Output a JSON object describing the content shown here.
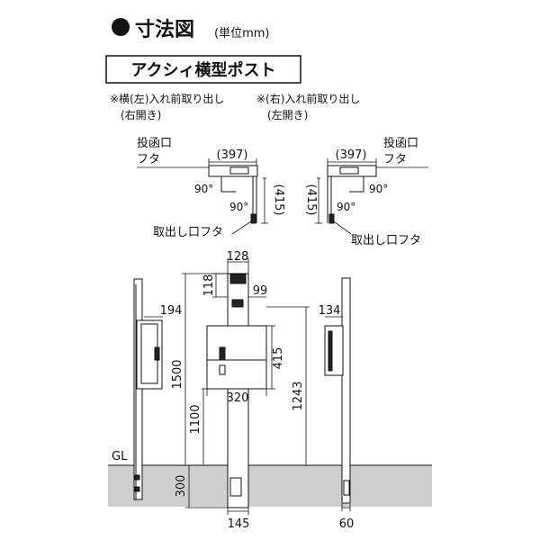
{
  "heading": {
    "bullet_icon": "filled-circle",
    "title": "寸法図",
    "unit": "(単位mm)"
  },
  "product_name": "アクシィ横型ポスト",
  "variants": {
    "left": {
      "line1": "※横(左)入れ前取り出し",
      "line2": "(右開き)"
    },
    "right": {
      "line1": "※(右)入れ前取り出し",
      "line2": "(左開き)"
    }
  },
  "top_views": {
    "left": {
      "slot_label_1": "投函口",
      "slot_label_2": "フタ",
      "width": "(397)",
      "depth": "(415)",
      "angle_1": "90°",
      "angle_2": "90°",
      "takeout_label": "取出し口フタ"
    },
    "right": {
      "slot_label_1": "投函口",
      "slot_label_2": "フタ",
      "width": "(397)",
      "depth": "(415)",
      "angle_1": "90°",
      "angle_2": "90°",
      "takeout_label": "取出し口フタ"
    }
  },
  "elevations": {
    "gl_label": "GL",
    "left_side": {
      "box_width": "194"
    },
    "front": {
      "top_width": "128",
      "top_height": "118",
      "upper_gap": "99",
      "total_height": "1500",
      "box_height": "415",
      "box_width": "320",
      "box_bottom_height": "1100",
      "box_top_height": "1243",
      "embed_depth": "300",
      "post_width": "145"
    },
    "right_side": {
      "box_width": "134",
      "post_width": "60"
    }
  },
  "colors": {
    "ink": "#111111",
    "ground": "#cfcfcf",
    "part_dark": "#222222"
  }
}
